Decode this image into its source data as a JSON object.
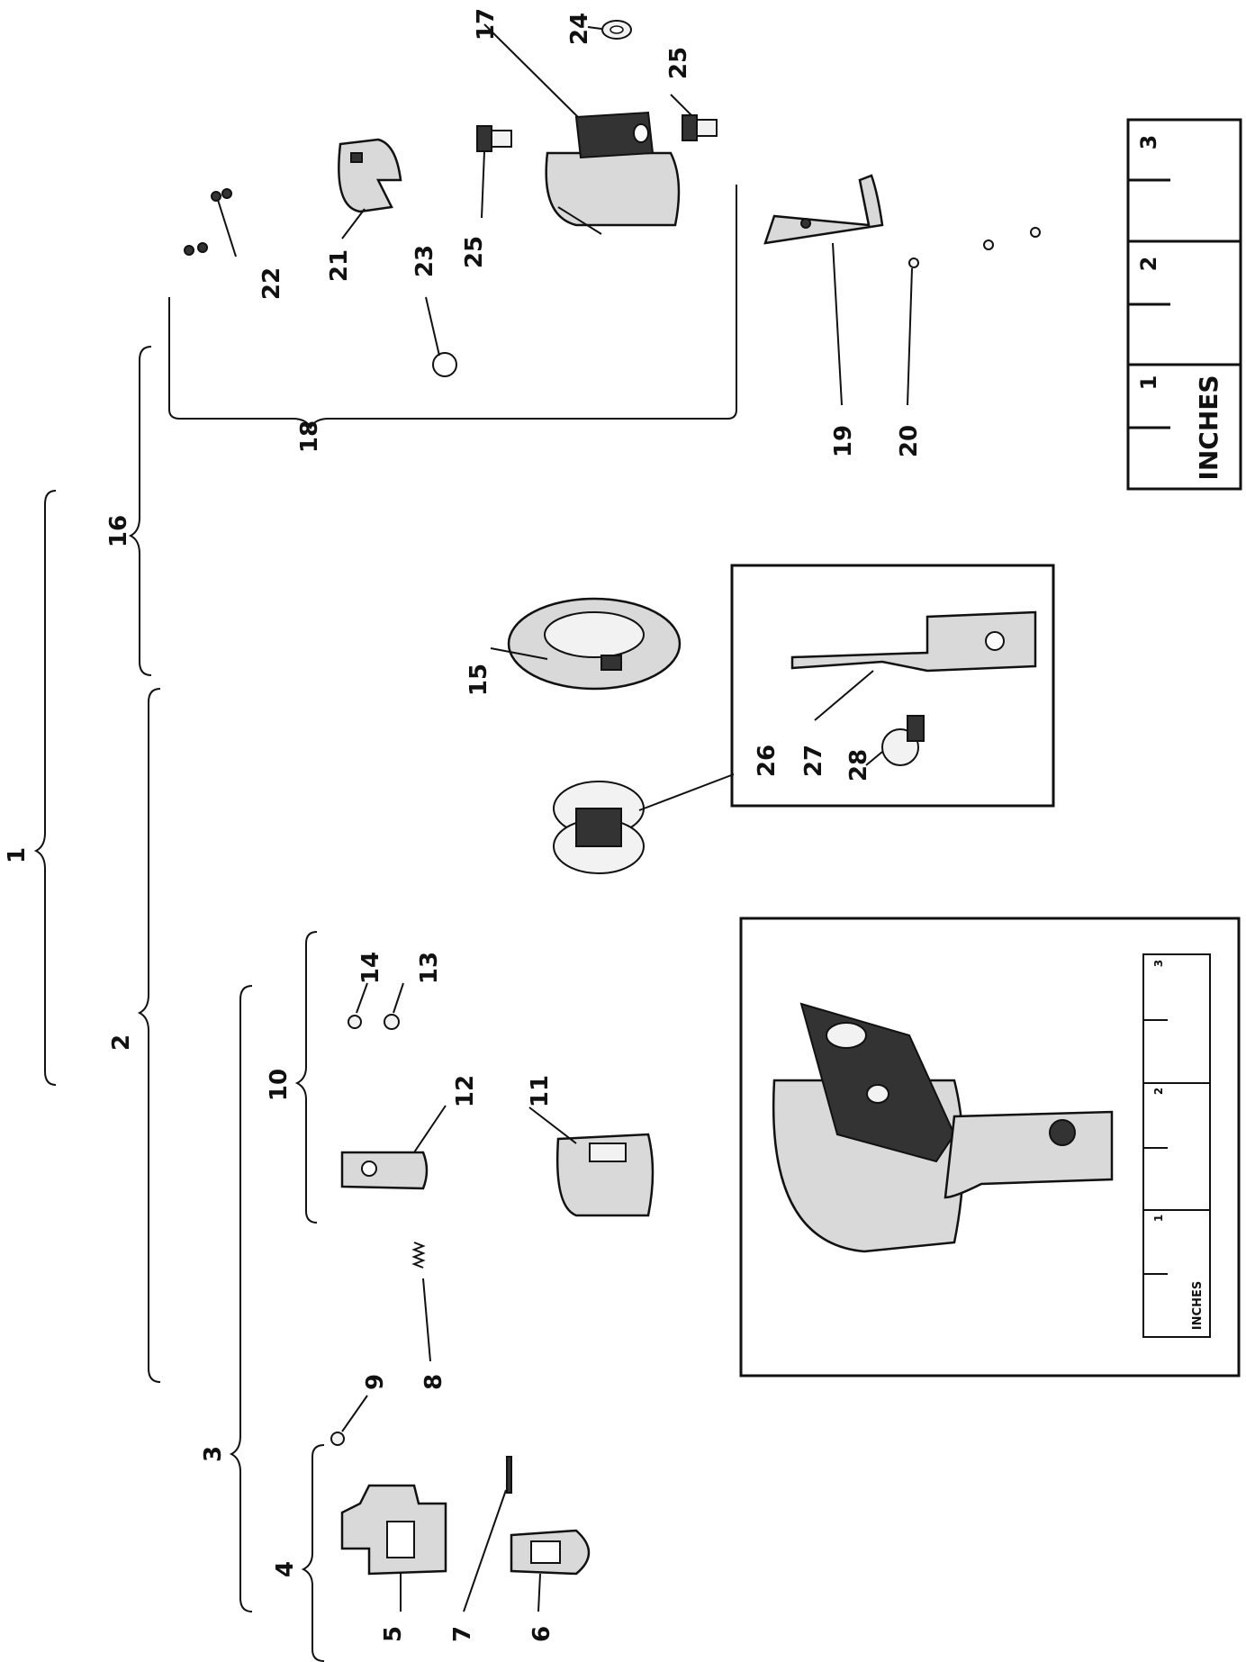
{
  "labels": {
    "l1": "1",
    "l2": "2",
    "l3": "3",
    "l4": "4",
    "l5": "5",
    "l6": "6",
    "l7": "7",
    "l8": "8",
    "l9": "9",
    "l10": "10",
    "l11": "11",
    "l12": "12",
    "l13": "13",
    "l14": "14",
    "l15": "15",
    "l16": "16",
    "l17": "17",
    "l18": "18",
    "l19": "19",
    "l20": "20",
    "l21": "21",
    "l22": "22",
    "l23": "23",
    "l24": "24",
    "l25a": "25",
    "l25b": "25",
    "l26": "26",
    "l27": "27",
    "l28": "28"
  },
  "scale_large": {
    "unit": "INCHES",
    "ticks": [
      "1",
      "2",
      "3"
    ]
  },
  "scale_small": {
    "unit": "INCHES",
    "ticks": [
      "1",
      "2",
      "3"
    ]
  },
  "colors": {
    "ink": "#111111",
    "paper": "#ffffff"
  }
}
